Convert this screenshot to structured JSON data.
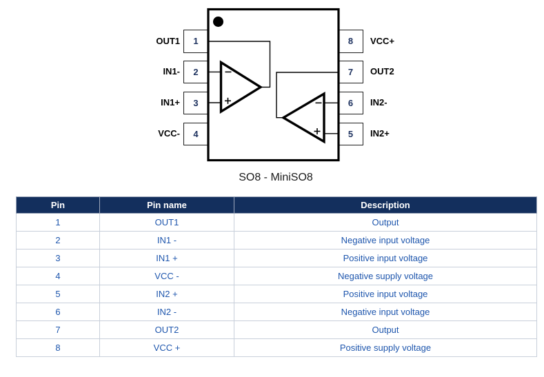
{
  "diagram": {
    "caption": "SO8 - MiniSO8",
    "left_pins": [
      {
        "number": "1",
        "label": "OUT1"
      },
      {
        "number": "2",
        "label": "IN1-"
      },
      {
        "number": "3",
        "label": "IN1+"
      },
      {
        "number": "4",
        "label": "VCC-"
      }
    ],
    "right_pins": [
      {
        "number": "8",
        "label": "VCC+"
      },
      {
        "number": "7",
        "label": "OUT2"
      },
      {
        "number": "6",
        "label": "IN2-"
      },
      {
        "number": "5",
        "label": "IN2+"
      }
    ]
  },
  "colors": {
    "header_bg": "#132F5D",
    "header_text": "#FFFFFF",
    "body_text": "#1E56AD",
    "pin_number_text": "#1F3360",
    "table_border": "#C8CFDA",
    "line_color": "#000000"
  },
  "table": {
    "headers": [
      "Pin",
      "Pin name",
      "Description"
    ],
    "rows": [
      [
        "1",
        "OUT1",
        "Output"
      ],
      [
        "2",
        "IN1 -",
        "Negative input voltage"
      ],
      [
        "3",
        "IN1 +",
        "Positive input voltage"
      ],
      [
        "4",
        "VCC -",
        "Negative supply voltage"
      ],
      [
        "5",
        "IN2 +",
        "Positive input voltage"
      ],
      [
        "6",
        "IN2 -",
        "Negative input voltage"
      ],
      [
        "7",
        "OUT2",
        "Output"
      ],
      [
        "8",
        "VCC +",
        "Positive supply voltage"
      ]
    ]
  }
}
